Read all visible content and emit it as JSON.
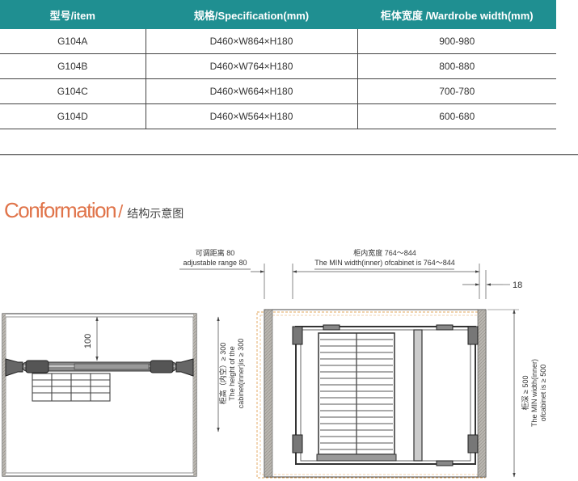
{
  "table": {
    "headers": [
      "型号/item",
      "规格/Specification(mm)",
      "柜体宽度 /Wardrobe width(mm)"
    ],
    "rows": [
      [
        "G104A",
        "D460×W864×H180",
        "900-980"
      ],
      [
        "G104B",
        "D460×W764×H180",
        "800-880"
      ],
      [
        "G104C",
        "D460×W664×H180",
        "700-780"
      ],
      [
        "G104D",
        "D460×W564×H180",
        "600-680"
      ]
    ],
    "header_color": "#1f8f91"
  },
  "section": {
    "title_en": "Conformation",
    "slash": "/",
    "title_cn": "结构示意图",
    "accent_color": "#e0744a"
  },
  "diagram": {
    "adjustable_cn": "可调距离 80",
    "adjustable_en": "adjustable range 80",
    "inner_width_cn": "柜内宽度 764～844",
    "inner_width_en": "The MIN width(inner) ofcabinet is 764～844",
    "gap_value": "18",
    "rail_height": "100",
    "height_cn": "柜高（内空）≥ 300",
    "height_en1": "The height of the",
    "height_en2": "cabinet(inner)is ≥ 300",
    "depth_cn": "柜深 ≥ 500",
    "depth_en1": "The MIN width(inner)",
    "depth_en2": "ofcabinet is ≥ 500"
  }
}
